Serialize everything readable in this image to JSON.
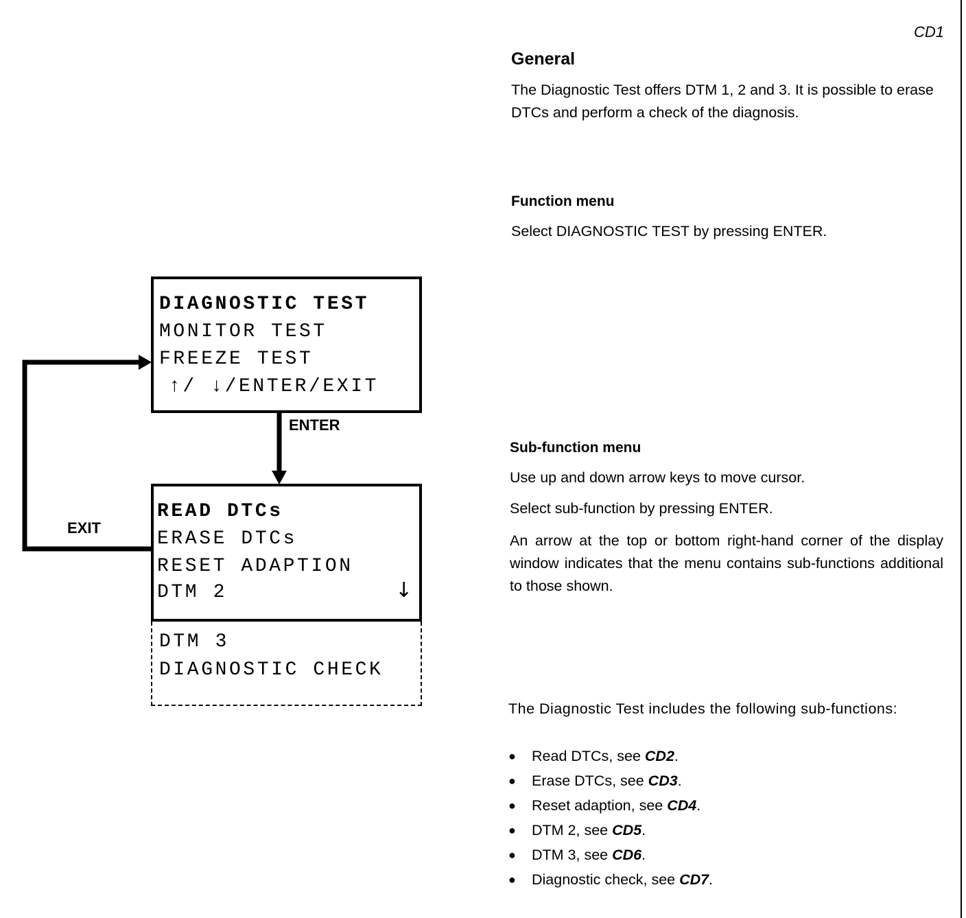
{
  "page_id": "CD1",
  "general": {
    "heading": "General",
    "body": "The Diagnostic Test offers DTM 1, 2 and 3. It is possible to erase DTCs and perform  a check of the diagnosis."
  },
  "function_menu": {
    "heading": "Function menu",
    "body": "Select DIAGNOSTIC TEST by pressing ENTER."
  },
  "sub_function_menu": {
    "heading": "Sub-function menu",
    "line1": "Use up and down arrow keys to move cursor.",
    "line2": "Select sub-function by pressing ENTER.",
    "line3": "An arrow at the top or bottom right-hand corner of the display window indicates that the menu contains sub-functions additional to those shown."
  },
  "includes": {
    "intro": "The Diagnostic Test includes the following sub-functions:",
    "items": [
      {
        "text": "Read DTCs, see ",
        "ref": "CD2",
        "suffix": "."
      },
      {
        "text": "Erase DTCs, see ",
        "ref": "CD3",
        "suffix": "."
      },
      {
        "text": "Reset adaption, see ",
        "ref": "CD4",
        "suffix": "."
      },
      {
        "text": "DTM 2, see ",
        "ref": "CD5",
        "suffix": "."
      },
      {
        "text": "DTM 3, see ",
        "ref": "CD6",
        "suffix": "."
      },
      {
        "text": "Diagnostic check, see ",
        "ref": "CD7",
        "suffix": "."
      }
    ]
  },
  "display1": {
    "line1": "DIAGNOSTIC TEST",
    "line2": "MONITOR TEST",
    "line3": "FREEZE TEST",
    "line4": "↑/ ↓/ENTER/EXIT"
  },
  "display2": {
    "line1": "READ DTCs",
    "line2": "ERASE DTCs",
    "line3": "RESET ADAPTION",
    "line4": "DTM 2",
    "scroll_arrow": "↓"
  },
  "display2_more": {
    "line1": "DTM 3",
    "line2": "DIAGNOSTIC CHECK"
  },
  "flow_labels": {
    "enter": "ENTER",
    "exit": "EXIT"
  }
}
